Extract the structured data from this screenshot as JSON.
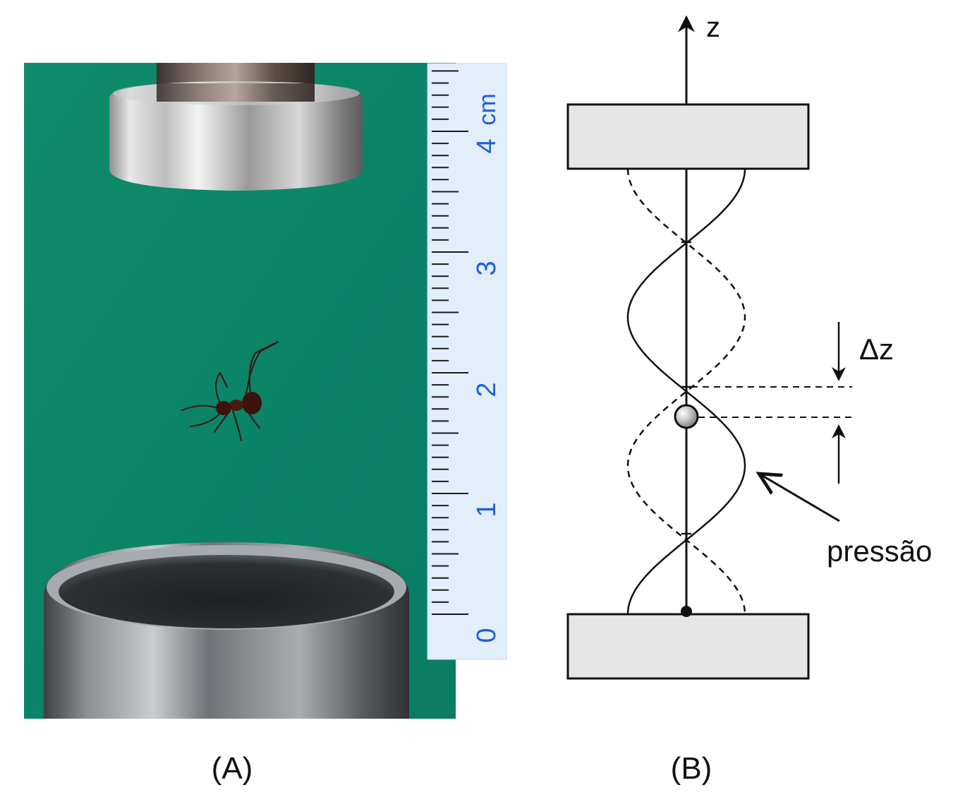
{
  "panel_a": {
    "caption": "(A)",
    "ruler": {
      "unit": "cm",
      "labels": [
        "0",
        "1",
        "2",
        "3",
        "4"
      ]
    }
  },
  "panel_b": {
    "caption": "(B)",
    "axis_label": "z",
    "delta_label": "Δz",
    "pressure_label": "pressão"
  },
  "colors": {
    "background_green": "#0d8a6b",
    "ruler_blue": "#1f5fd6",
    "plate_fill": "#e6e6e6",
    "ant": "#3a140c",
    "bead": "#bcbcbc"
  },
  "icons": [
    "levitating-ant",
    "sound-wave-diagram"
  ]
}
